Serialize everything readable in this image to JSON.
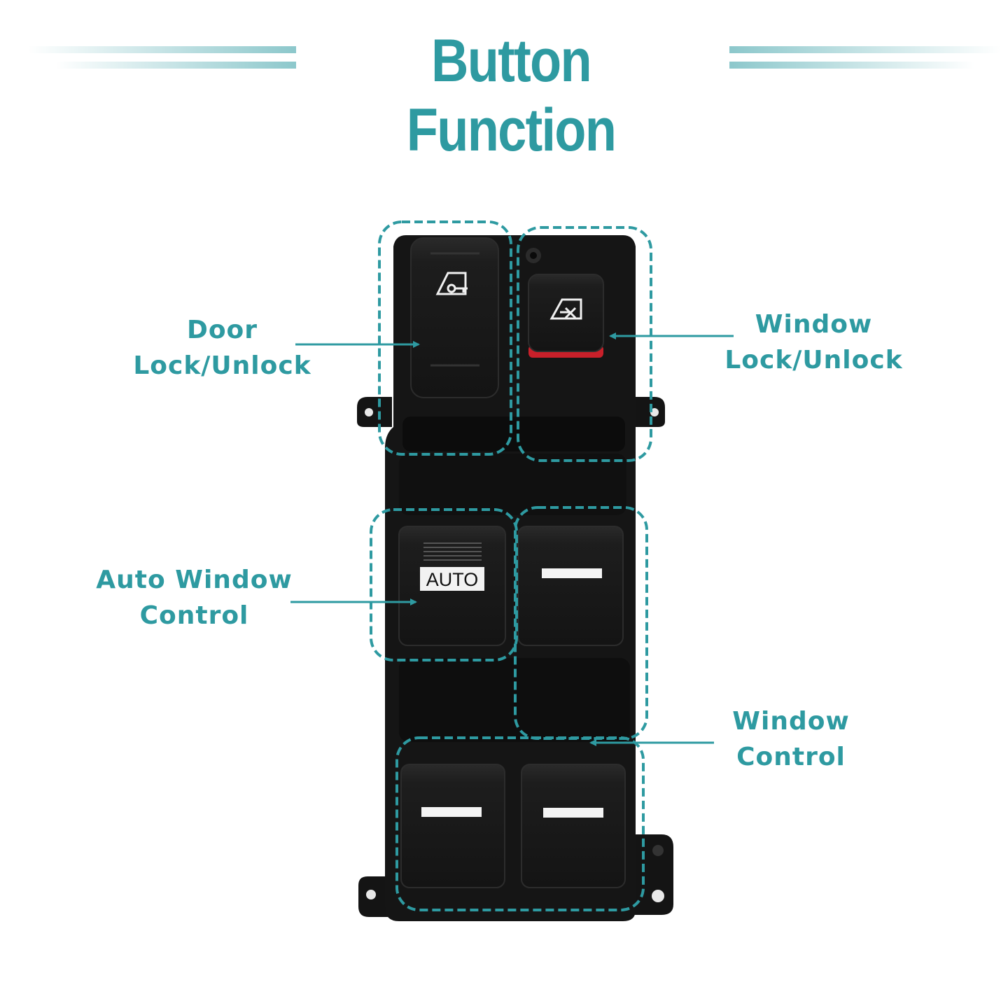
{
  "title": "Button Function",
  "colors": {
    "accent": "#2e9aa1",
    "body": "#151515",
    "key": "#1c1c1c",
    "red_strip": "#c8202a",
    "background": "#ffffff"
  },
  "callouts": {
    "door_lock": {
      "line1": "Door",
      "line2": "Lock/Unlock"
    },
    "window_lock": {
      "line1": "Window",
      "line2": "Lock/Unlock"
    },
    "auto_window": {
      "line1": "Auto Window",
      "line2": "Control"
    },
    "window_control": {
      "line1": "Window",
      "line2": "Control"
    }
  },
  "switch": {
    "auto_label": "AUTO"
  },
  "icons": {
    "door_lock_key": "door-key-icon",
    "window_lock_key": "window-lock-icon"
  }
}
